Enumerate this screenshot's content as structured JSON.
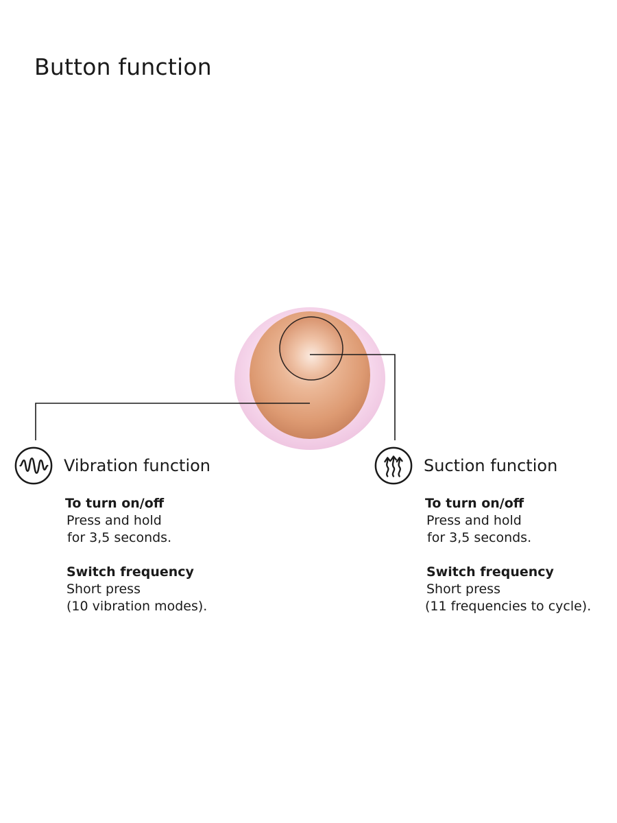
{
  "title": "Button function",
  "vibration": {
    "title": "Vibration function",
    "icon": "wave-icon",
    "onoff_heading": "To turn on/off",
    "onoff_line1": "Press and hold",
    "onoff_line2": "for 3,5 seconds.",
    "freq_heading": "Switch frequency",
    "freq_line1": "Short press",
    "freq_line2": "(10 vibration modes)."
  },
  "suction": {
    "title": "Suction function",
    "icon": "suction-arrows-icon",
    "onoff_heading": "To turn on/off",
    "onoff_line1": "Press and hold",
    "onoff_line2": "for 3,5 seconds.",
    "freq_heading": "Switch frequency",
    "freq_line1": "Short press",
    "freq_line2": "(11 frequencies to cycle)."
  },
  "colors": {
    "rim": "#f5d3ea",
    "button": "#e3a27d",
    "line": "#1a1a1a"
  }
}
